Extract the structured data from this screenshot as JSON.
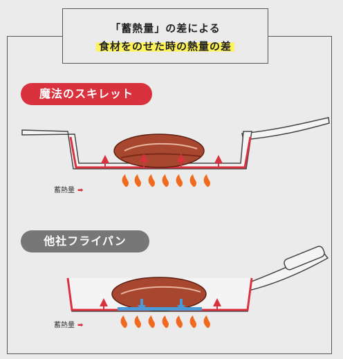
{
  "header": {
    "line1": "「蓄熱量」の差による",
    "line2": "食材をのせた時の熱量の差"
  },
  "sections": [
    {
      "label": "魔法のスキレット",
      "legend": "蓄熱量",
      "legend_arrow": "➡"
    },
    {
      "label": "他社フライパン",
      "legend": "蓄熱量",
      "legend_arrow": "➡"
    }
  ],
  "colors": {
    "accent_red": "#d9323e",
    "gray": "#777777",
    "highlight": "#fff35a",
    "cool_blue": "#4a9ad8"
  }
}
